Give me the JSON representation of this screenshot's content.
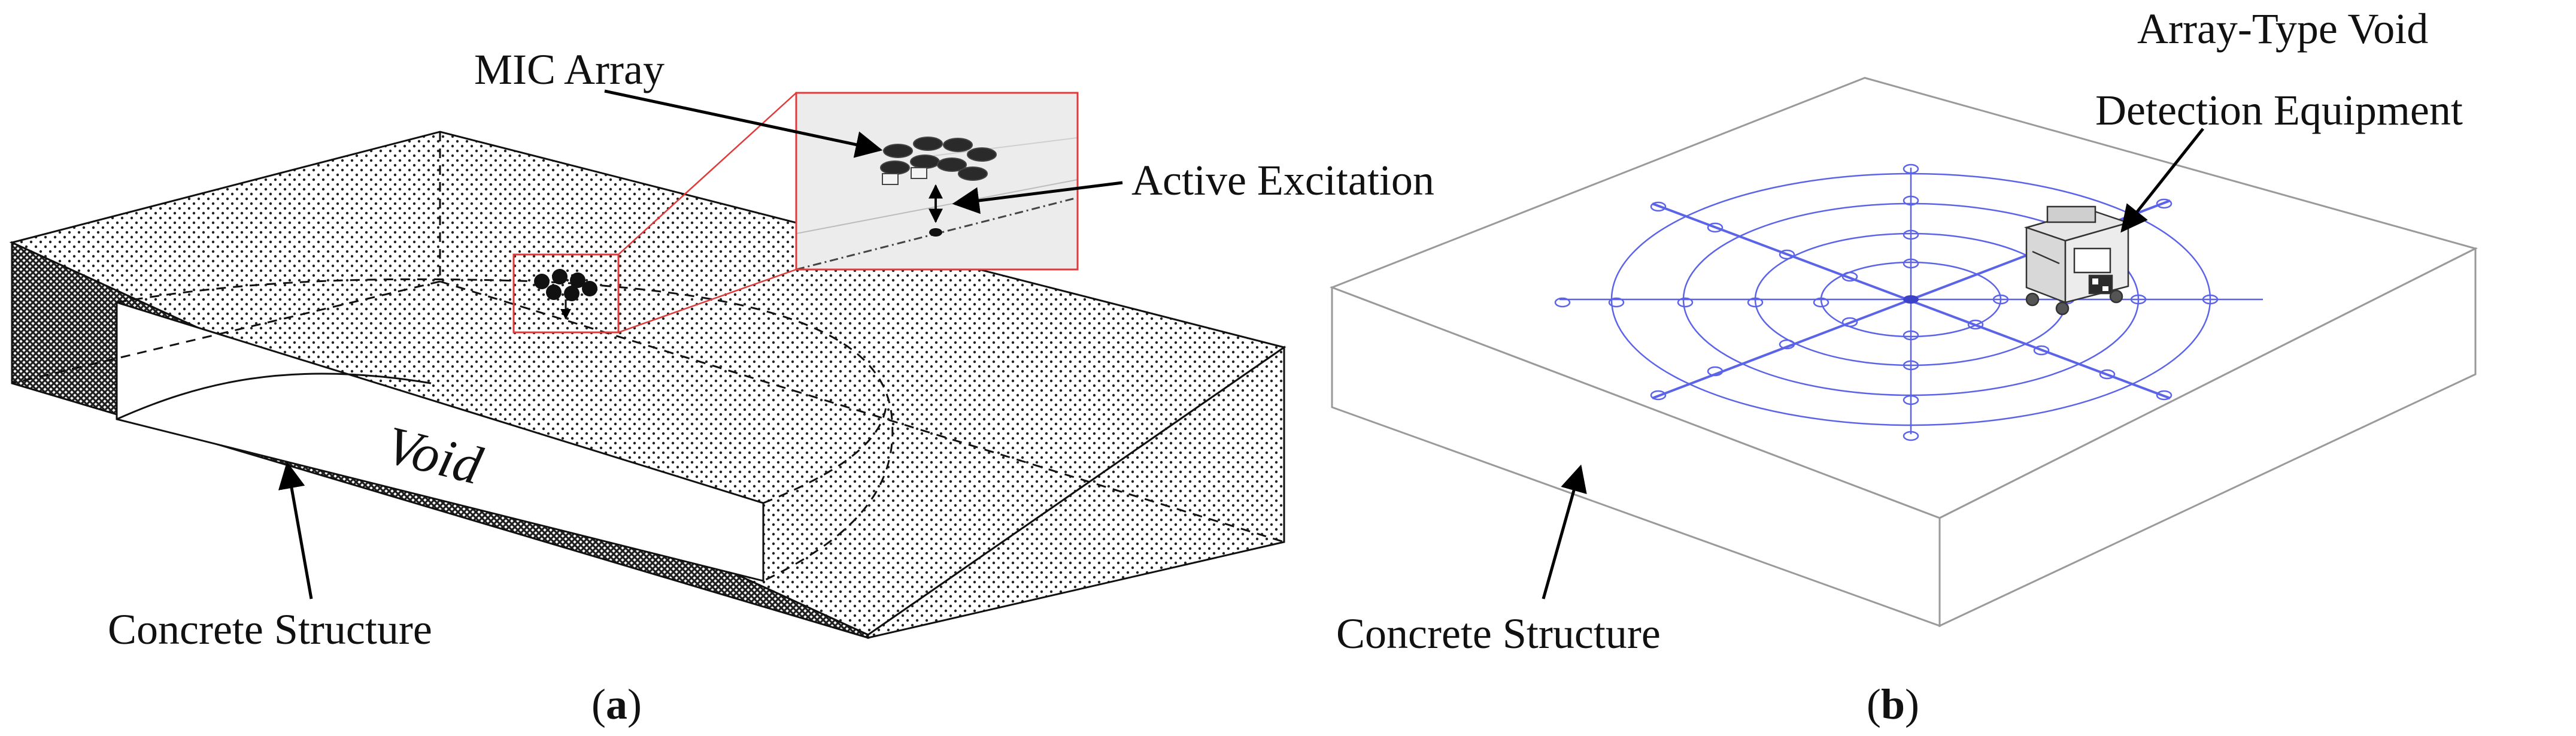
{
  "panel_a": {
    "mic_array_label": "MIC Array",
    "active_excitation_label": "Active Excitation",
    "void_label": "Void",
    "concrete_label": "Concrete Structure",
    "caption_open": "(",
    "caption_letter": "a",
    "caption_close": ")"
  },
  "panel_b": {
    "equipment_label_line1": "Array-Type Void",
    "equipment_label_line2": "Detection Equipment",
    "concrete_label": "Concrete Structure",
    "caption_open": "(",
    "caption_letter": "b",
    "caption_close": ")"
  },
  "colors": {
    "zoom_box": "#e03a3a",
    "grid_blue": "#5b63e8",
    "hatch_dark": "#3a3a3a",
    "ink": "#111111"
  }
}
